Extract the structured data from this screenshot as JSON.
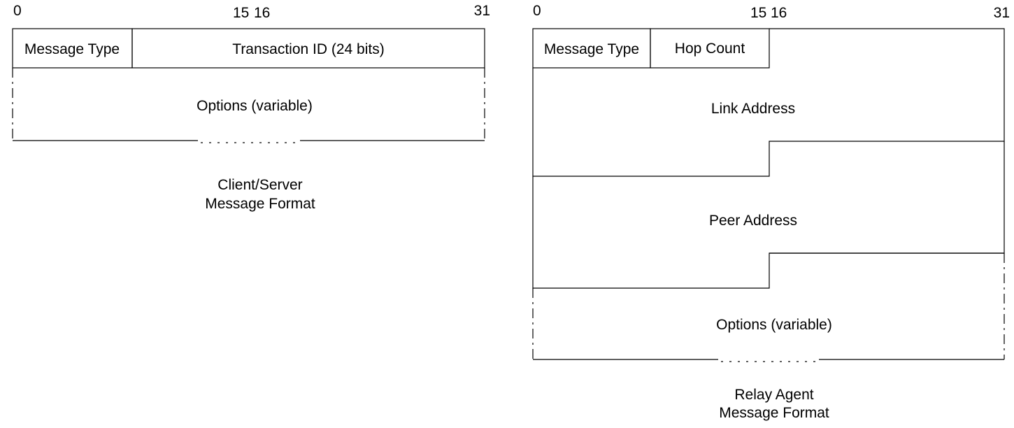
{
  "client_server": {
    "bit_labels": {
      "start": "0",
      "mid_a": "15",
      "mid_b": "16",
      "end": "31"
    },
    "fields": {
      "message_type": "Message Type",
      "transaction_id": "Transaction ID (24 bits)",
      "options": "Options (variable)"
    },
    "caption": [
      "Client/Server",
      "Message Format"
    ]
  },
  "relay_agent": {
    "bit_labels": {
      "start": "0",
      "mid_a": "15",
      "mid_b": "16",
      "end": "31"
    },
    "fields": {
      "message_type": "Message Type",
      "hop_count": "Hop Count",
      "link_address": "Link Address",
      "peer_address": "Peer Address",
      "options": "Options (variable)"
    },
    "caption": [
      "Relay Agent",
      "Message Format"
    ]
  }
}
